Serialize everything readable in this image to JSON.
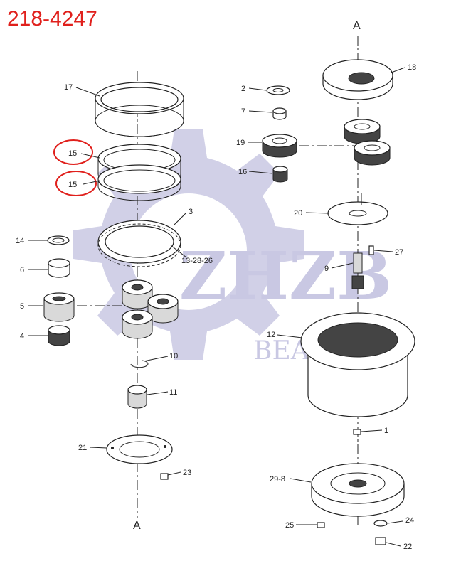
{
  "title": "218-4247",
  "watermark": {
    "logo": "ZHZB",
    "subtitle": "BEARINGS"
  },
  "axis_labels": {
    "top": "A",
    "bottom": "A"
  },
  "highlight_color": "#e0201c",
  "callouts": {
    "p1": "1",
    "p2": "2",
    "p3": "3",
    "p4": "4",
    "p5": "5",
    "p6": "6",
    "p7": "7",
    "p9": "9",
    "p10": "10",
    "p11": "11",
    "p12": "12",
    "p13": "13-28-26",
    "p14": "14",
    "p15a": "15",
    "p15b": "15",
    "p16": "16",
    "p17": "17",
    "p18": "18",
    "p19": "19",
    "p20": "20",
    "p21": "21",
    "p22": "22",
    "p23": "23",
    "p24": "24",
    "p25": "25",
    "p27": "27",
    "p298": "29-8"
  }
}
